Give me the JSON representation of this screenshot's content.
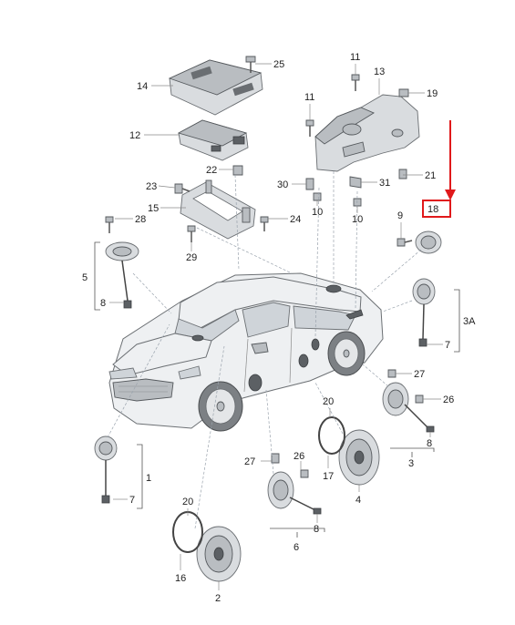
{
  "callouts": {
    "c25": "25",
    "c14": "14",
    "c12": "12",
    "c22": "22",
    "c23": "23",
    "c15": "15",
    "c24": "24",
    "c28": "28",
    "c29": "29",
    "c11a": "11",
    "c11b": "11",
    "c13": "13",
    "c19": "19",
    "c30": "30",
    "c10a": "10",
    "c10b": "10",
    "c31": "31",
    "c21": "21",
    "c18": "18",
    "c9": "9",
    "c5": "5",
    "c8a": "8",
    "c3A": "3A",
    "c7a": "7",
    "c27a": "27",
    "c26a": "26",
    "c8b": "8",
    "c3": "3",
    "c20a": "20",
    "c17": "17",
    "c4": "4",
    "c26b": "26",
    "c27b": "27",
    "c8c": "8",
    "c6": "6",
    "c1": "1",
    "c7b": "7",
    "c20b": "20",
    "c16": "16",
    "c2": "2"
  },
  "highlight": {
    "target": "18",
    "color": "#e0191b"
  }
}
